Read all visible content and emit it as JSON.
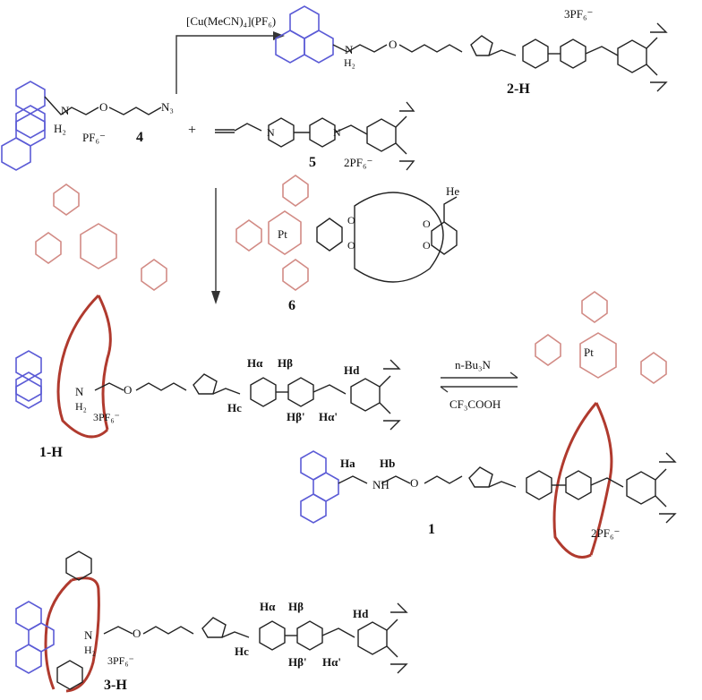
{
  "reagent_top": "[Cu(MeCN)₄](PF₆)",
  "reagent_right_top": "n-Bu₃N",
  "reagent_right_bottom": "CF₃COOH",
  "compounds": {
    "c4": "4",
    "c5": "5",
    "c2H": "2-H",
    "c6": "6",
    "c1H": "1-H",
    "c1": "1",
    "c3H": "3-H"
  },
  "counterions": {
    "c4": "PF₆⁻",
    "c5": "2PF₆⁻",
    "c2H": "3PF₆⁻",
    "c1H": "3PF₆⁻",
    "c1": "2PF₆⁻",
    "c3H": "3PF₆⁻"
  },
  "atoms": {
    "N3": "N₃",
    "NH2": "N̈H₂",
    "H2": "H₂",
    "NH": "NH",
    "O": "O",
    "N": "N",
    "Pt": "Pt",
    "He": "He",
    "plus": "+"
  },
  "protons": {
    "Ha": "Hα",
    "Hb": "Hβ",
    "Hb2": "Hβ'",
    "Ha2": "Hα'",
    "Hc": "Hc",
    "Hd": "Hd",
    "H_a": "Ha",
    "H_b": "Hb"
  }
}
